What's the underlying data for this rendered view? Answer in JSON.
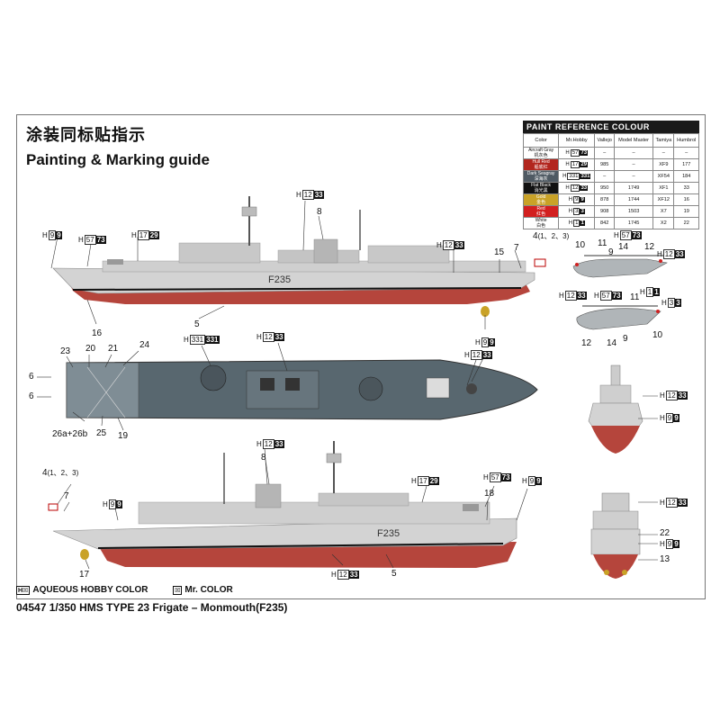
{
  "header": {
    "title_cn": "涂装同标贴指示",
    "title_en": "Painting & Marking guide"
  },
  "paint_table": {
    "title": "PAINT  REFERENCE COLOUR",
    "columns": [
      "Color",
      "Mr.Hobby",
      "Vallejo",
      "Model Master",
      "Tamiya",
      "Humbrol"
    ],
    "rows": [
      {
        "name": "Aircraft Gray",
        "name_cn": "机灰色",
        "bg": "#ffffff",
        "fg": "#111111",
        "h": "57",
        "c": "73",
        "vallejo": "–",
        "mm": "–",
        "tamiya": "–",
        "humbrol": "–"
      },
      {
        "name": "Hull Red",
        "name_cn": "船底红",
        "bg": "#b2261e",
        "fg": "#ffffff",
        "h": "17",
        "c": "29",
        "vallejo": "985",
        "mm": "–",
        "tamiya": "XF9",
        "humbrol": "177"
      },
      {
        "name": "Dark Seagray",
        "name_cn": "深海灰",
        "bg": "#4f5a63",
        "fg": "#ffffff",
        "h": "331",
        "c": "331",
        "vallejo": "–",
        "mm": "–",
        "tamiya": "XF54",
        "humbrol": "184"
      },
      {
        "name": "Flat Black",
        "name_cn": "消光黑",
        "bg": "#111111",
        "fg": "#ffffff",
        "h": "12",
        "c": "33",
        "vallejo": "950",
        "mm": "1749",
        "tamiya": "XF1",
        "humbrol": "33"
      },
      {
        "name": "Gold",
        "name_cn": "金色",
        "bg": "#c9a227",
        "fg": "#ffffff",
        "h": "9",
        "c": "9",
        "vallejo": "878",
        "mm": "1744",
        "tamiya": "XF12",
        "humbrol": "16"
      },
      {
        "name": "Red",
        "name_cn": "红色",
        "bg": "#d21f1f",
        "fg": "#ffffff",
        "h": "3",
        "c": "3",
        "vallejo": "908",
        "mm": "1503",
        "tamiya": "X7",
        "humbrol": "19"
      },
      {
        "name": "White",
        "name_cn": "白色",
        "bg": "#ffffff",
        "fg": "#111111",
        "h": "1",
        "c": "1",
        "vallejo": "842",
        "mm": "1745",
        "tamiya": "X2",
        "humbrol": "22"
      }
    ]
  },
  "hull_number": "F235",
  "top_profile": {
    "numbers": {
      "n8": "8",
      "n16": "16",
      "n5": "5",
      "n15": "15",
      "n7": "7",
      "n4": "4",
      "n4_sub": "(1、2、3)"
    },
    "codes": [
      {
        "h": "12",
        "c": "33"
      },
      {
        "h": "9",
        "c": "9"
      },
      {
        "h": "57",
        "c": "73"
      },
      {
        "h": "17",
        "c": "29"
      },
      {
        "h": "12",
        "c": "33"
      }
    ]
  },
  "deck_plan": {
    "numbers": {
      "n23": "23",
      "n20": "20",
      "n21": "21",
      "n24": "24",
      "n6a": "6",
      "n6b": "6",
      "n26": "26a+26b",
      "n25": "25",
      "n19": "19"
    },
    "codes": [
      {
        "h": "331",
        "c": "331"
      },
      {
        "h": "12",
        "c": "33"
      },
      {
        "h": "9",
        "c": "9"
      },
      {
        "h": "12",
        "c": "33"
      }
    ]
  },
  "bottom_profile": {
    "numbers": {
      "n8": "8",
      "n4": "4",
      "n4_sub": "(1、2、3)",
      "n7": "7",
      "n17": "17",
      "n18": "18",
      "n5": "5"
    },
    "codes": [
      {
        "h": "12",
        "c": "33"
      },
      {
        "h": "9",
        "c": "9"
      },
      {
        "h": "17",
        "c": "29"
      },
      {
        "h": "57",
        "c": "73"
      },
      {
        "h": "9",
        "c": "9"
      },
      {
        "h": "12",
        "c": "33"
      }
    ]
  },
  "helicopter": {
    "numbers": {
      "n10": "10",
      "n11": "11",
      "n9": "9",
      "n14": "14",
      "n12": "12",
      "n11b": "11",
      "n12b": "12",
      "n14b": "14",
      "n9b": "9",
      "n10b": "10"
    },
    "codes": [
      {
        "h": "57",
        "c": "73"
      },
      {
        "h": "12",
        "c": "33"
      },
      {
        "h": "1",
        "c": "1"
      },
      {
        "h": "12",
        "c": "33"
      },
      {
        "h": "57",
        "c": "73"
      },
      {
        "h": "3",
        "c": "3"
      }
    ]
  },
  "bow_view": {
    "codes": [
      {
        "h": "12",
        "c": "33"
      },
      {
        "h": "9",
        "c": "9"
      }
    ]
  },
  "stern_view": {
    "numbers": {
      "n22": "22",
      "n13": "13"
    },
    "codes": [
      {
        "h": "12",
        "c": "33"
      },
      {
        "h": "9",
        "c": "9"
      }
    ]
  },
  "footer": {
    "legend_aqueous_box": "H☒",
    "legend_aqueous": "AQUEOUS HOBBY COLOR",
    "legend_mr_box": "☒",
    "legend_mr": "Mr. COLOR",
    "kit_title": "04547 1/350 HMS TYPE 23 Frigate – Monmouth(F235)"
  }
}
